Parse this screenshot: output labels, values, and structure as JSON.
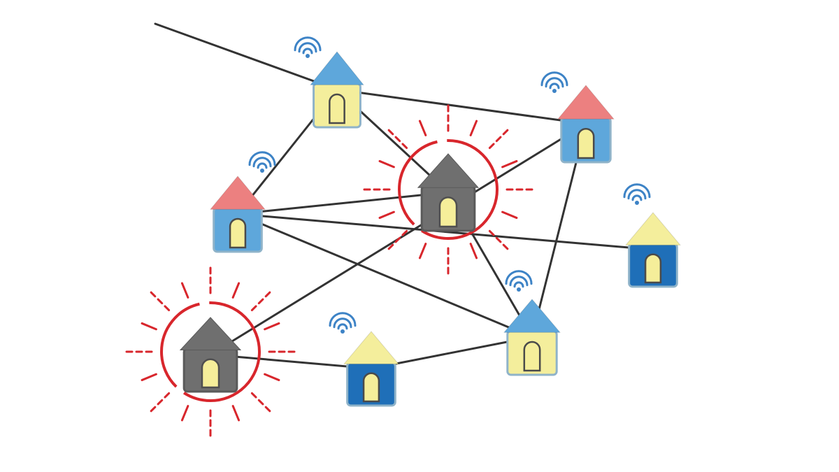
{
  "diagram": {
    "kind": "mesh-network-of-houses",
    "colors": {
      "link": "#333333",
      "alert": "#d8262c",
      "wifi": "#3d83c6",
      "offline_house": "#6f6f6f",
      "door": "#f5ee9a"
    },
    "houses": [
      {
        "id": "h1",
        "status": "online",
        "roof": "#5ea7db",
        "body": "#f4ee9c",
        "wifi": true
      },
      {
        "id": "h2",
        "status": "online",
        "roof": "#ec8080",
        "body": "#5ea7db",
        "wifi": true
      },
      {
        "id": "h3",
        "status": "online",
        "roof": "#ec8080",
        "body": "#5ea7db",
        "wifi": true
      },
      {
        "id": "h4",
        "status": "offline",
        "roof": "#6f6f6f",
        "body": "#6f6f6f",
        "wifi": false
      },
      {
        "id": "h5",
        "status": "online",
        "roof": "#f4ee9c",
        "body": "#1f6fb8",
        "wifi": true
      },
      {
        "id": "h6",
        "status": "online",
        "roof": "#5ea7db",
        "body": "#f4ee9c",
        "wifi": true
      },
      {
        "id": "h7",
        "status": "offline",
        "roof": "#6f6f6f",
        "body": "#6f6f6f",
        "wifi": false
      },
      {
        "id": "h8",
        "status": "online",
        "roof": "#f4ee9c",
        "body": "#1f6fb8",
        "wifi": true
      }
    ],
    "links": [
      [
        "ext",
        "h1"
      ],
      [
        "h1",
        "h3"
      ],
      [
        "h1",
        "h4"
      ],
      [
        "h1",
        "h2"
      ],
      [
        "h3",
        "h4"
      ],
      [
        "h3",
        "h6"
      ],
      [
        "h3",
        "h5"
      ],
      [
        "h4",
        "h6"
      ],
      [
        "h2",
        "h6"
      ],
      [
        "h2",
        "h7"
      ],
      [
        "h7",
        "h8"
      ],
      [
        "h8",
        "h6"
      ]
    ]
  }
}
